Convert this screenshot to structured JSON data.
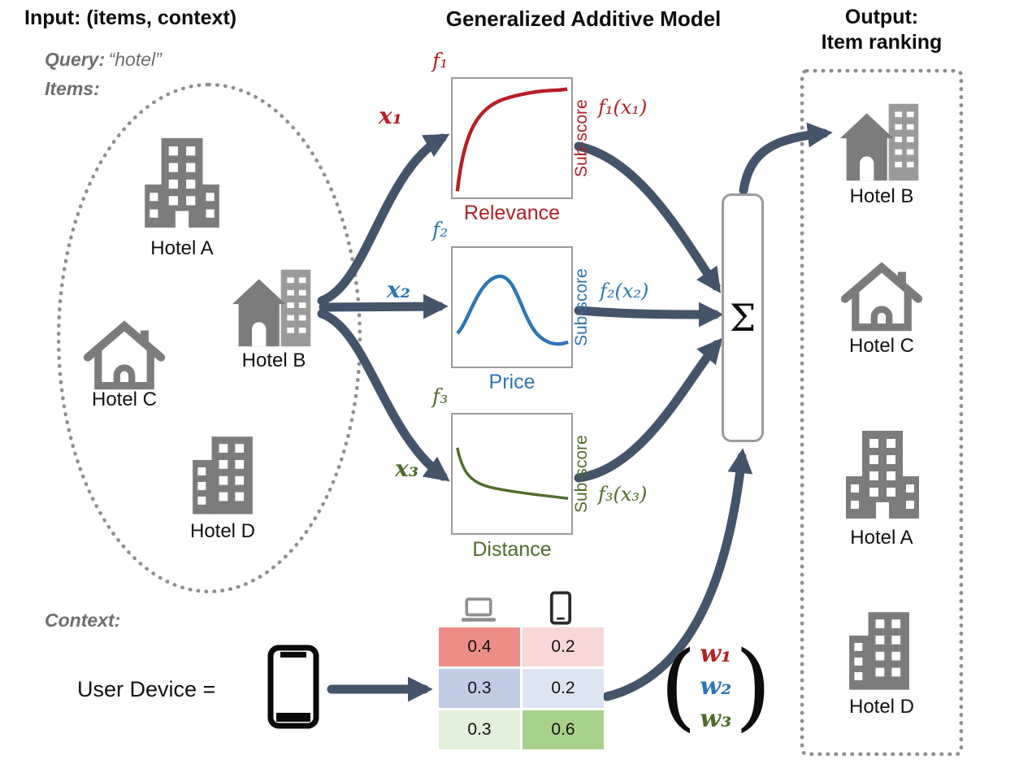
{
  "input": {
    "title": "Input: (items, context)",
    "query_label": "Query:",
    "query_value": "“hotel”",
    "items_label": "Items:",
    "hotels": [
      {
        "name": "Hotel A"
      },
      {
        "name": "Hotel B"
      },
      {
        "name": "Hotel C"
      },
      {
        "name": "Hotel D"
      }
    ],
    "context_label": "Context:",
    "user_device_label": "User Device ="
  },
  "model": {
    "title": "Generalized Additive Model",
    "sigma": "Σ",
    "plots": [
      {
        "fn": "f₁",
        "input": "x₁",
        "output": "f₁(x₁)",
        "ylabel": "Sub-score",
        "caption": "Relevance",
        "color": "#b42025"
      },
      {
        "fn": "f₂",
        "input": "x₂",
        "output": "f₂(x₂)",
        "ylabel": "Sub-score",
        "caption": "Price",
        "color": "#2e75b6"
      },
      {
        "fn": "f₃",
        "input": "x₃",
        "output": "f₃(x₃)",
        "ylabel": "Sub-score",
        "caption": "Distance",
        "color": "#4f6b2a"
      }
    ],
    "weights_table": {
      "columns": [
        "laptop",
        "phone"
      ],
      "rows": [
        {
          "values": [
            "0.4",
            "0.2"
          ],
          "colors": [
            "#ec8e88",
            "#f8d7d7"
          ]
        },
        {
          "values": [
            "0.3",
            "0.2"
          ],
          "colors": [
            "#c0cce4",
            "#dee5f2"
          ]
        },
        {
          "values": [
            "0.3",
            "0.6"
          ],
          "colors": [
            "#e2efda",
            "#a9d18e"
          ]
        }
      ]
    },
    "weight_vector": [
      {
        "label": "w₁",
        "color": "#b42025"
      },
      {
        "label": "w₂",
        "color": "#2e75b6"
      },
      {
        "label": "w₃",
        "color": "#4f6b2a"
      }
    ]
  },
  "output": {
    "title_line1": "Output:",
    "title_line2": "Item ranking",
    "ranking": [
      {
        "name": "Hotel B"
      },
      {
        "name": "Hotel C"
      },
      {
        "name": "Hotel A"
      },
      {
        "name": "Hotel D"
      }
    ]
  },
  "style": {
    "arrow_color": "#44546a",
    "icon_gray": "#7c7c7c",
    "dotted_border_gray": "#8f8f8f"
  }
}
